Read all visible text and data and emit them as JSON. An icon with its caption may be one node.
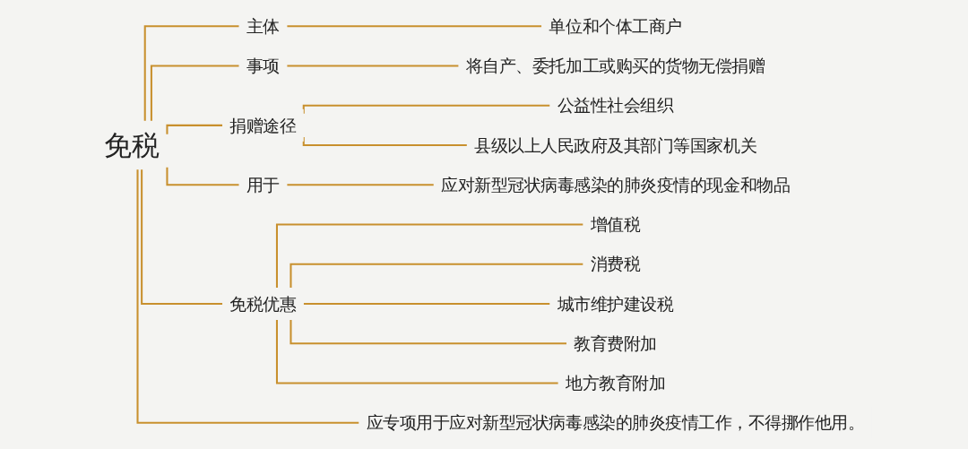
{
  "diagram": {
    "nodes": [
      {
        "text": [
          "免税"
        ]
      },
      {
        "text": [
          "主体"
        ]
      },
      {
        "text": [
          "单位和个体工商户"
        ]
      },
      {
        "text": [
          "事项"
        ]
      },
      {
        "text": [
          "将自产、委托加工或购买的货物无偿捐赠"
        ]
      },
      {
        "text": [
          "捐赠途径"
        ]
      },
      {
        "text": [
          "公益性社会组织"
        ]
      },
      {
        "text": [
          "县级以上人民政府及其部门等国家机关"
        ]
      },
      {
        "text": [
          "用于"
        ]
      },
      {
        "text": [
          "应对新型冠状病毒感染的肺炎疫情的现金和物品"
        ]
      },
      {
        "text": [
          "免税优惠"
        ]
      },
      {
        "text": [
          "增值税"
        ]
      },
      {
        "text": [
          "消费税"
        ]
      },
      {
        "text": [
          "城市维护建设税"
        ]
      },
      {
        "text": [
          "教育费附加"
        ]
      },
      {
        "text": [
          "地方教育附加"
        ]
      },
      {
        "text": [
          "应专项用于应对新型冠状病毒感染的肺炎疫情工作，不得挪作他用。"
        ]
      }
    ],
    "edges": [
      {
        "from": 0,
        "to": 1,
        "arrow": "none"
      },
      {
        "from": 1,
        "to": 2,
        "arrow": "none"
      },
      {
        "from": 0,
        "to": 3,
        "arrow": "none"
      },
      {
        "from": 3,
        "to": 4,
        "arrow": "none"
      },
      {
        "from": 0,
        "to": 5,
        "arrow": "none"
      },
      {
        "from": 5,
        "to": 6,
        "arrow": "none"
      },
      {
        "from": 5,
        "to": 7,
        "arrow": "none"
      },
      {
        "from": 0,
        "to": 8,
        "arrow": "none"
      },
      {
        "from": 8,
        "to": 9,
        "arrow": "none"
      },
      {
        "from": 0,
        "to": 10,
        "arrow": "none"
      },
      {
        "from": 10,
        "to": 11,
        "arrow": "none"
      },
      {
        "from": 10,
        "to": 12,
        "arrow": "none"
      },
      {
        "from": 10,
        "to": 13,
        "arrow": "none"
      },
      {
        "from": 10,
        "to": 14,
        "arrow": "none"
      },
      {
        "from": 10,
        "to": 15,
        "arrow": "none"
      },
      {
        "from": 0,
        "to": 16,
        "arrow": "none"
      }
    ]
  }
}
